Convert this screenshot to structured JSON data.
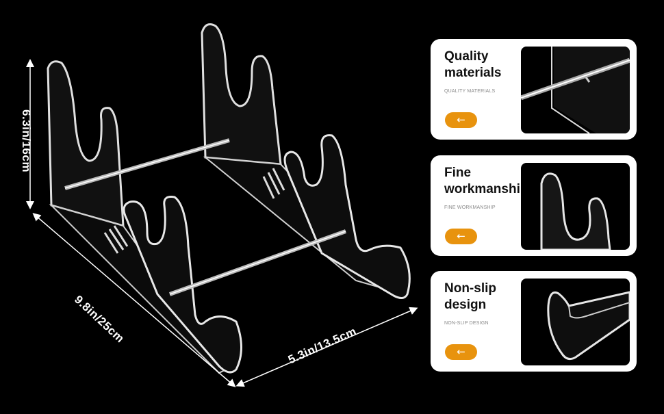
{
  "dimensions": {
    "height": "6.3in/16cm",
    "depth": "9.8in/25cm",
    "width": "5.3in/13.5cm"
  },
  "features": [
    {
      "title": "Quality\nmaterials",
      "subtitle": "QUALITY MATERIALS",
      "button_label": "←"
    },
    {
      "title": "Fine\nworkmanship",
      "subtitle": "FINE WORKMANSHIP",
      "button_label": "←"
    },
    {
      "title": "Non-slip\ndesign",
      "subtitle": "NON-SLIP DESIGN",
      "button_label": "←"
    }
  ],
  "colors": {
    "background": "#000000",
    "card": "#ffffff",
    "accent": "#e8930e",
    "acrylic_edge": "#d9d9d9"
  },
  "icons": [
    "left-arrow-icon"
  ]
}
